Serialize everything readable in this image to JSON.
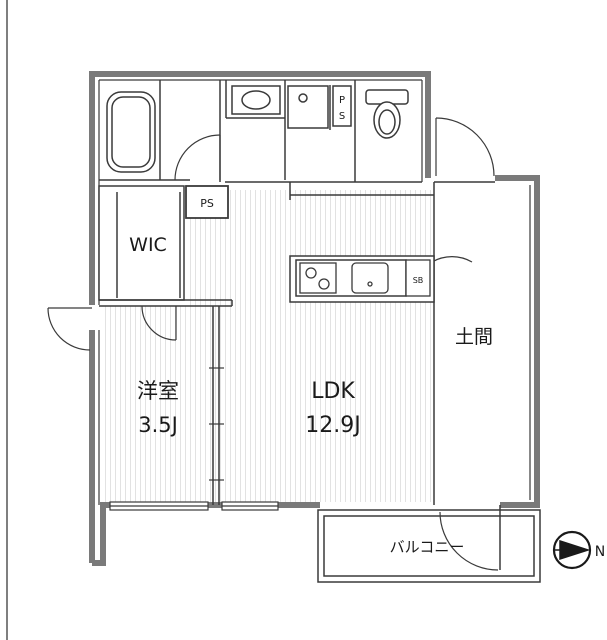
{
  "rooms": {
    "wic": "WIC",
    "bedroom": {
      "name": "洋室",
      "size": "3.5J"
    },
    "ldk": {
      "name": "LDK",
      "size": "12.9J"
    },
    "entrance": "土間",
    "balcony": "バルコニー"
  },
  "fixtures": {
    "ps_bath": "P\nS",
    "ps_hall": "PS",
    "shoe_box": "SB"
  },
  "compass": {
    "label": "N",
    "direction": "right"
  },
  "colors": {
    "wall": "#7a7a7a",
    "line": "#3a3a3a",
    "floor_stripe": "#e4e4e4"
  }
}
